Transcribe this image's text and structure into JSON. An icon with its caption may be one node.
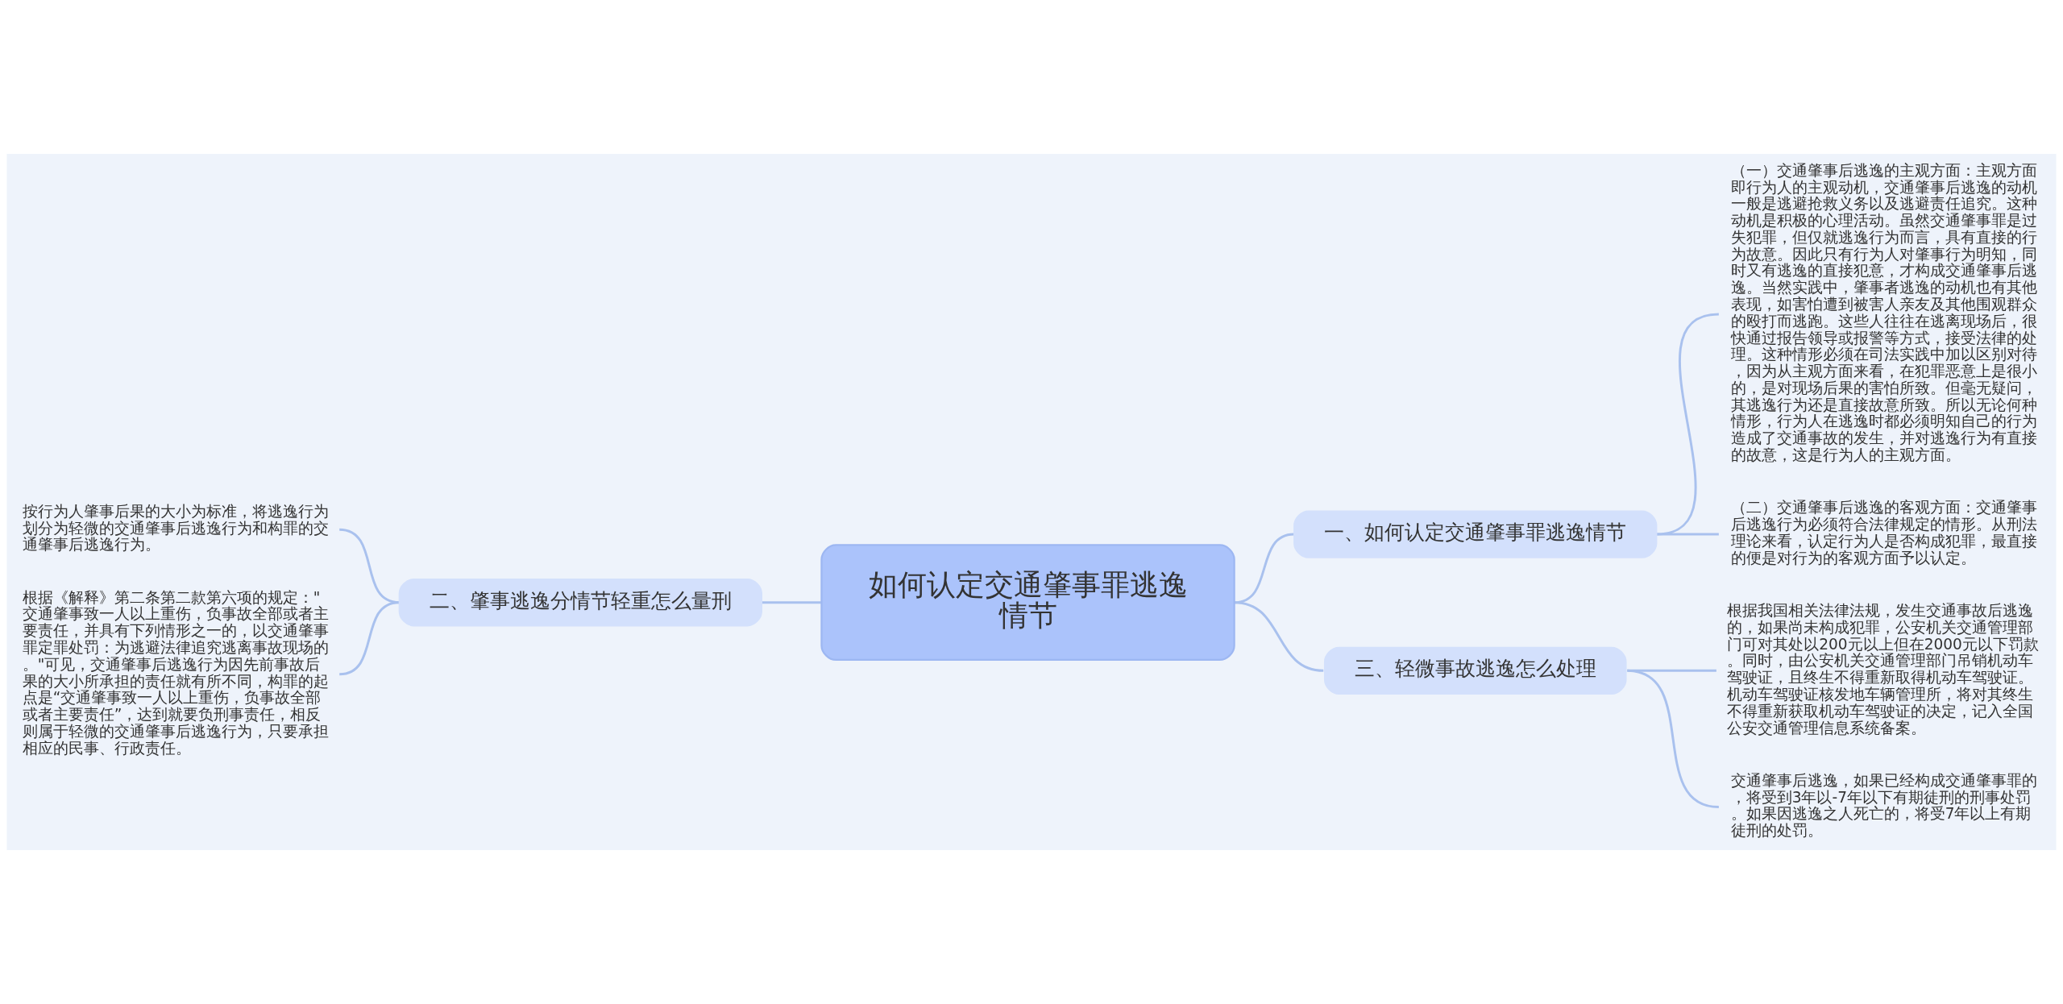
{
  "diagram": {
    "nodes": [
      {
        "text": [
          "如何认定交通肇事罪逃逸情节"
        ]
      },
      {
        "text": [
          "一、如何认定交通肇事罪逃逸情节"
        ]
      },
      {
        "text": [
          "（一）交通肇事后逃逸的主观方面：主观方面即行为人的主观动机，交通肇事后逃逸的动机一般是逃避抢救义务以及逃避责任追究。这种动机是积极的心理活动。虽然交通肇事罪是过失犯罪，但仅就逃逸行为而言，具有直接的行为故意。因此只有行为人对肇事行为明知，同时又有逃逸的直接犯意，才构成交通肇事后逃逸。当然实践中，肇事者逃逸的动机也有其他表现，如害怕遭到被害人亲友及其他围观群众的殴打而逃跑。这些人往往在逃离现场后，很快通过报告领导或报警等方式，接受法律的处理。这种情形必须在司法实践中加以区别对待，因为从主观方面来看，在犯罪恶意上是很小的，是对现场后果的害怕所致。但毫无疑问，其逃逸行为还是直接故意所致。所以无论何种情形，行为人在逃逸时都必须明知自己的行为造成了交通事故的发生，并对逃逸行为有直接的故意，这是行为人的主观方面。"
        ]
      },
      {
        "text": [
          "（二）交通肇事后逃逸的客观方面：交通肇事后逃逸行为必须符合法律规定的情形。从刑法理论来看，认定行为人是否构成犯罪，最直接的便是对行为的客观方面予以认定。"
        ]
      },
      {
        "text": [
          "二、肇事逃逸分情节轻重怎么量刑"
        ]
      },
      {
        "text": [
          "按行为人肇事后果的大小为标准，将逃逸行为划分为轻微的交通肇事后逃逸行为和构罪的交通肇事后逃逸行为。"
        ]
      },
      {
        "text": [
          "根据《解释》第二条第二款第六项的规定：\"交通肇事致一人以上重伤，负事故全部或者主要责任，并具有下列情形之一的，以交通肇事罪定罪处罚：为逃避法律追究逃离事故现场的。\"可见，交通肇事后逃逸行为因先前事故后果的大小所承担的责任就有所不同，构罪的起点是“交通肇事致一人以上重伤，负事故全部或者主要责任”，达到就要负刑事责任，相反则属于轻微的交通肇事后逃逸行为，只要承担相应的民事、行政责任。"
        ]
      },
      {
        "text": [
          "三、轻微事故逃逸怎么处理"
        ]
      },
      {
        "text": [
          "根据我国相关法律法规，发生交通事故后逃逸的，如果尚未构成犯罪，公安机关交通管理部门可对其处以200元以上但在2000元以下罚款。同时，由公安机关交通管理部门吊销机动车驾驶证，且终生不得重新取得机动车驾驶证。机动车驾驶证核发地车辆管理所，将对其终生不得重新获取机动车驾驶证的决定，记入全国公安交通管理信息系统备案。"
        ]
      },
      {
        "text": [
          "交通肇事后逃逸，如果已经构成交通肇事罪的，将受到3年以-7年以下有期徒刑的刑事处罚。如果因逃逸之人死亡的，将受7年以上有期徒刑的处罚。"
        ]
      }
    ],
    "edges": [
      {
        "from": 0,
        "to": 1,
        "arrow": "none"
      },
      {
        "from": 1,
        "to": 2,
        "arrow": "none"
      },
      {
        "from": 1,
        "to": 3,
        "arrow": "none"
      },
      {
        "from": 0,
        "to": 4,
        "arrow": "none"
      },
      {
        "from": 4,
        "to": 5,
        "arrow": "none"
      },
      {
        "from": 4,
        "to": 6,
        "arrow": "none"
      },
      {
        "from": 0,
        "to": 7,
        "arrow": "none"
      },
      {
        "from": 7,
        "to": 8,
        "arrow": "none"
      },
      {
        "from": 7,
        "to": 9,
        "arrow": "none"
      }
    ]
  }
}
